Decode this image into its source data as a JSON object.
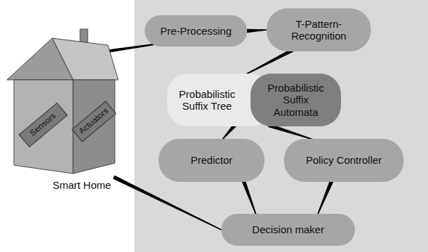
{
  "diagram": {
    "nodes": [
      {
        "text": [
          "Smart Home"
        ]
      },
      {
        "text": [
          "Sensors"
        ],
        "in": 0
      },
      {
        "text": [
          "Actuators"
        ],
        "in": 0
      },
      {
        "text": [
          "Pre-Processing"
        ]
      },
      {
        "text": [
          "T-Pattern-Recognition"
        ]
      },
      {
        "text": [
          "Probabilistic Suffix Tree"
        ]
      },
      {
        "text": [
          "Probabilistic Suffix Automata"
        ]
      },
      {
        "text": [
          "Predictor"
        ]
      },
      {
        "text": [
          "Policy Controller"
        ]
      },
      {
        "text": [
          "Decision maker"
        ]
      }
    ],
    "edges": [
      {
        "from": 0,
        "to": 3,
        "arrow": "none"
      },
      {
        "from": 3,
        "to": 4,
        "arrow": "none"
      },
      {
        "from": 4,
        "to": 5,
        "arrow": "none"
      },
      {
        "from": 5,
        "to": 7,
        "arrow": "none"
      },
      {
        "from": 6,
        "to": 8,
        "arrow": "none"
      },
      {
        "from": 7,
        "to": 9,
        "arrow": "none"
      },
      {
        "from": 8,
        "to": 9,
        "arrow": "none"
      },
      {
        "from": 0,
        "to": 9,
        "arrow": "none"
      }
    ]
  }
}
